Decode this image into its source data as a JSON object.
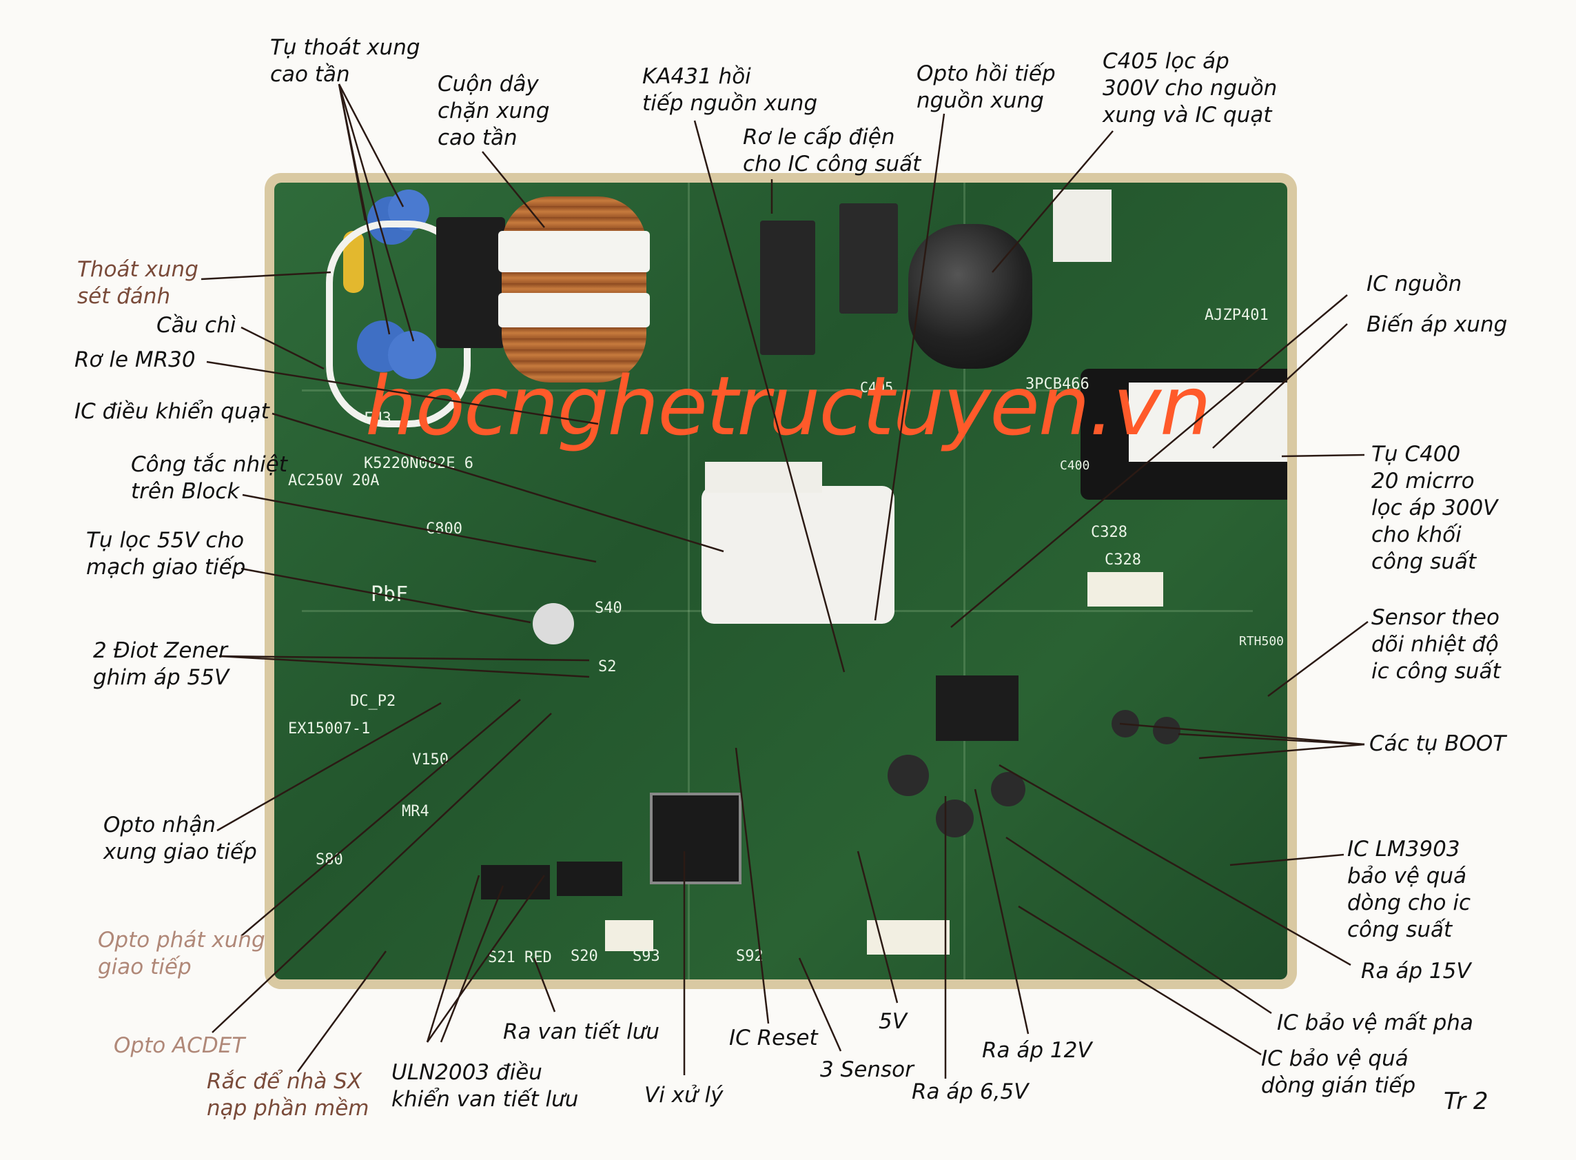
{
  "labels": {
    "tu_thoat_xung": "Tụ thoát xung\ncao tần",
    "cuon_day": "Cuộn dây\nchặn xung\ncao tần",
    "ka431": "KA431 hồi\ntiếp nguồn xung",
    "ro_le_cap_dien": "Rơ le cấp điện\ncho IC công suất",
    "opto_hoi_tiep": "Opto hồi tiếp\nnguồn xung",
    "c405": "C405 lọc áp\n300V cho nguồn\nxung và IC quạt",
    "thoat_xung_set": "Thoát xung\nsét đánh",
    "cau_chi": "Cầu chì",
    "ro_le_mr30": "Rơ le MR30",
    "ic_dieu_khien_quat": "IC điều khiển quạt",
    "cong_tac_nhiet": "Công tắc nhiệt\ntrên Block",
    "tu_loc_55v": "Tụ lọc 55V cho\nmạch giao tiếp",
    "diot_zener": "2 Điot Zener\nghim áp 55V",
    "ic_nguon": "IC nguồn",
    "bien_ap_xung": "Biến áp xung",
    "tu_c400": "Tụ C400\n20 micrro\nlọc áp 300V\ncho khối\ncông suất",
    "sensor_nhiet": "Sensor theo\ndõi nhiệt độ\nic công suất",
    "tu_boot": "Các tụ BOOT",
    "ic_lm3903": "IC LM3903\nbảo vệ quá\ndòng cho ic\ncông suất",
    "ra_ap_15v": "Ra áp 15V",
    "ic_bao_ve_mat_pha": "IC bảo vệ mất pha",
    "ic_bao_ve_qua_dong": "IC bảo vệ quá\ndòng gián tiếp",
    "ra_ap_12v": "Ra áp 12V",
    "ra_ap_65v": "Ra áp 6,5V",
    "5v": "5V",
    "3_sensor": "3 Sensor",
    "ic_reset": "IC Reset",
    "vi_xu_ly": "Vi xử lý",
    "ra_van_tiet_luu": "Ra van tiết lưu",
    "uln2003": "ULN2003 điều\nkhiển van tiết lưu",
    "rac_de_nha_sx": "Rắc để nhà SX\nnạp phần mềm",
    "opto_acdet": "Opto ACDET",
    "opto_phat_xung": "Opto phát xung\ngiao tiếp",
    "opto_nhan_xung": "Opto nhận\nxung giao tiếp"
  },
  "watermark": "hocnghetructuyen.vn",
  "page_number": "Tr 2",
  "pcb_markings": {
    "k5220": "K5220N082E 6",
    "pbf": "PbF",
    "c328": "C328",
    "c328_b": "C328",
    "3pcb": "3PCB466",
    "ex150": "EX15007-1",
    "v150": "V150",
    "s80": "S80",
    "mr4": "MR4",
    "s93": "S93",
    "s92": "S92",
    "s21_red": "S21 RED",
    "s20": "S20",
    "dc_p2": "DC_P2",
    "c800": "C800",
    "ac250": "AC250V 20A",
    "fu3": "FU3",
    "ajzp": "AJZP401",
    "rth500": "RTH500",
    "c405_mark": "C405",
    "c400_mark": "C400",
    "s40": "S40",
    "s2": "S2"
  },
  "colors": {
    "board": "#2a6233",
    "label_text": "#111111",
    "faint_label": "#b08878",
    "watermark": "#ff5a2a",
    "leader": "#2b1a14"
  }
}
